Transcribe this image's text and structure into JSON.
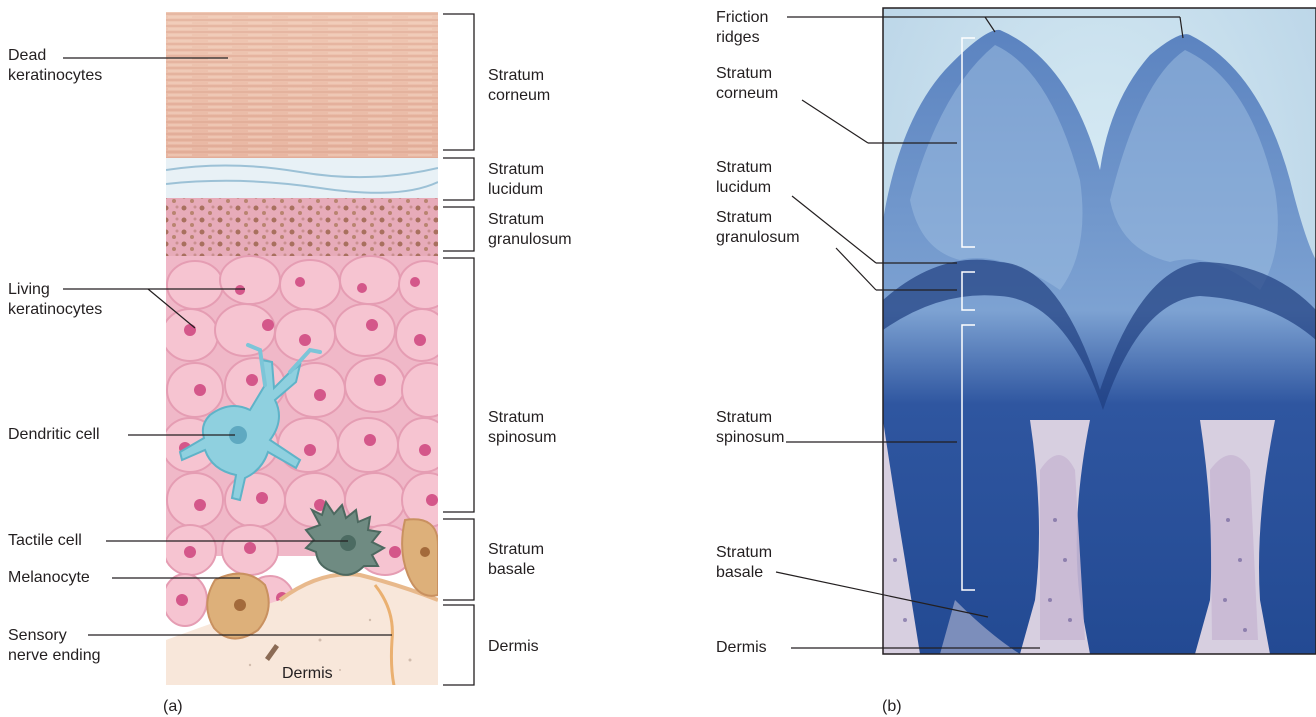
{
  "panel_a": {
    "caption": "(a)",
    "left_labels": {
      "dead_keratinocytes": "Dead\nkeratinocytes",
      "living_keratinocytes": "Living\nkeratinocytes",
      "dendritic_cell": "Dendritic cell",
      "tactile_cell": "Tactile cell",
      "melanocyte": "Melanocyte",
      "sensory_nerve_ending": "Sensory\nnerve ending"
    },
    "inner_label": "Dermis",
    "layers": {
      "corneum": "Stratum\ncorneum",
      "lucidum": "Stratum\nlucidum",
      "granulosum": "Stratum\ngranulosum",
      "spinosum": "Stratum\nspinosum",
      "basale": "Stratum\nbasale",
      "dermis": "Dermis"
    }
  },
  "panel_b": {
    "caption": "(b)",
    "labels": {
      "friction_ridges": "Friction\nridges",
      "corneum": "Stratum\ncorneum",
      "lucidum": "Stratum\nlucidum",
      "granulosum": "Stratum\ngranulosum",
      "spinosum": "Stratum\nspinosum",
      "basale": "Stratum\nbasale",
      "dermis": "Dermis"
    }
  },
  "colors": {
    "corneum": "#eab9a6",
    "lucidum": "#e6f0f6",
    "granulosum": "#e4a6b7",
    "spinosum_cells": "#f3b9c9",
    "nucleus": "#d14f7f",
    "dendritic": "#8fcfdf",
    "tactile": "#6f8a82",
    "melanocyte": "#dcb07a",
    "dermis": "#f8e7db",
    "micro_bg": "#cfe3ef",
    "micro_stain": "#3b63a8"
  }
}
